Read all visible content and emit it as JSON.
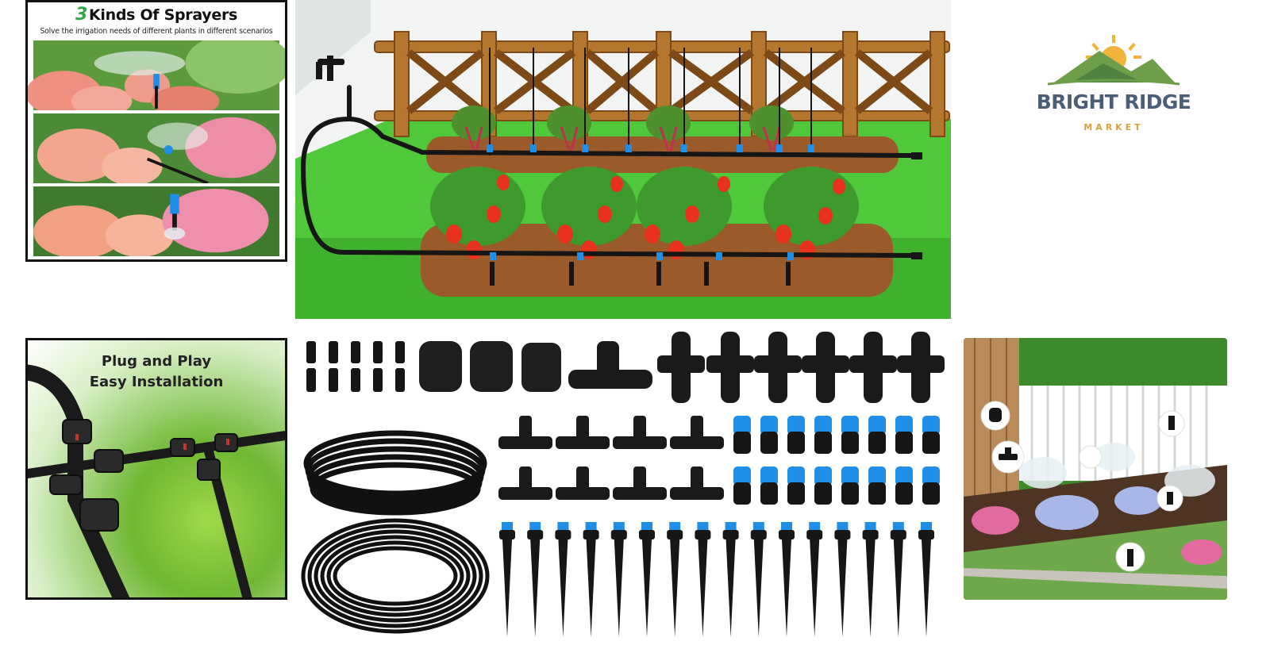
{
  "sprayers_panel": {
    "number": "3",
    "title": "Kinds Of Sprayers",
    "subtitle": "Solve the irrigation needs of different plants in different scenarios"
  },
  "plug_panel": {
    "title_line1": "Plug and Play",
    "title_line2": "Easy Installation"
  },
  "brand": {
    "name": "BRIGHT RIDGE",
    "tagline": "MARKET"
  },
  "colors": {
    "accent_green": "#2fa84a",
    "brand_navy": "#4c5d78",
    "brand_gold": "#d7a43c",
    "lawn_green": "#4fc83a",
    "fitting_blue": "#1f8ee6",
    "fitting_black": "#161616",
    "fence_wood": "#b5772e",
    "soil_brown": "#9a5a2a"
  },
  "icons": [
    "sun-mountain-logo",
    "faucet-icon",
    "sprayer-nozzle-icon",
    "tee-connector-icon",
    "drip-stake-icon"
  ]
}
